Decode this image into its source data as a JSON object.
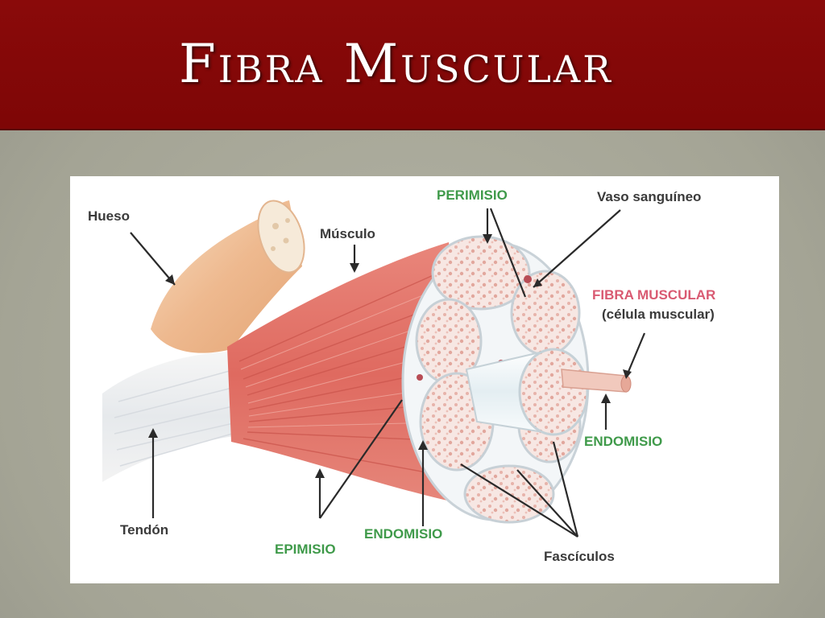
{
  "slide": {
    "title": "Fibra Muscular",
    "colors": {
      "title_bar": "#8a0a0a",
      "background": "#a9a99a",
      "label_green": "#3f9a4a",
      "label_pink": "#d95a72"
    }
  },
  "diagram": {
    "labels": {
      "hueso": "Hueso",
      "musculo": "Músculo",
      "perimisio": "PERIMISIO",
      "vaso": "Vaso sanguíneo",
      "fibra_line1": "FIBRA MUSCULAR",
      "fibra_line2": "(célula muscular)",
      "endomisio_right": "ENDOMISIO",
      "tendon": "Tendón",
      "epimisio": "EPIMISIO",
      "endomisio_bottom": "ENDOMISIO",
      "fasciculos": "Fascículos"
    }
  }
}
